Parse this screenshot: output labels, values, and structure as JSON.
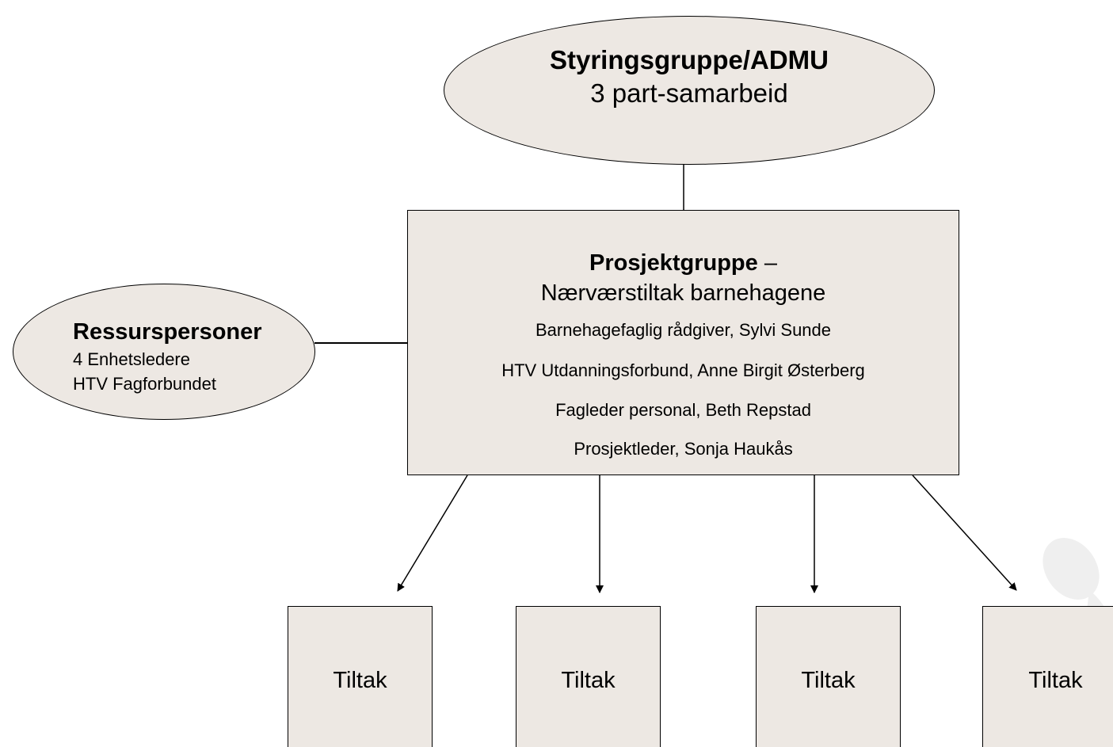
{
  "styringsgruppe": {
    "title": "Styringsgruppe/ADMU",
    "subtitle": "3 part-samarbeid"
  },
  "ressurspersoner": {
    "title": "Ressurspersoner",
    "lines": [
      "4 Enhetsledere",
      "HTV Fagforbundet"
    ]
  },
  "prosjektgruppe": {
    "title": "Prosjektgruppe",
    "dash": " –",
    "subtitle": "Nærværstiltak barnehagene",
    "members": [
      "Barnehagefaglig rådgiver, Sylvi Sunde",
      "HTV Utdanningsforbund, Anne Birgit Østerberg",
      "Fagleder personal, Beth Repstad",
      "Prosjektleder, Sonja Haukås"
    ]
  },
  "tiltak": [
    "Tiltak",
    "Tiltak",
    "Tiltak",
    "Tiltak"
  ],
  "colors": {
    "shape_fill": "#ede8e3",
    "stroke": "#000000"
  }
}
